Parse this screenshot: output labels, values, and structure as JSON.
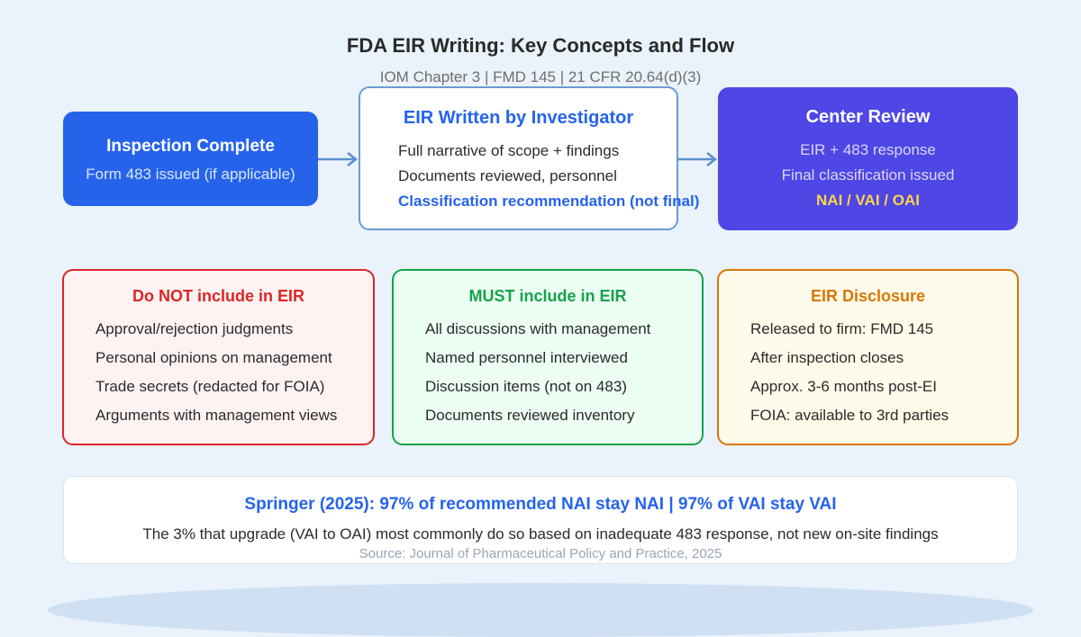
{
  "title": "FDA EIR Writing: Key Concepts and Flow",
  "subtitle": "IOM Chapter 3 | FMD 145 | 21 CFR 20.64(d)(3)",
  "flow": {
    "inspection": {
      "heading": "Inspection Complete",
      "text": "Form 483 issued (if applicable)"
    },
    "eir": {
      "heading": "EIR Written by Investigator",
      "lines": [
        "Full narrative of scope + findings",
        "Documents reviewed, personnel",
        "Classification recommendation (not final)"
      ]
    },
    "center": {
      "heading": "Center Review",
      "lines": [
        "EIR + 483 response",
        "Final classification issued",
        "NAI / VAI / OAI"
      ]
    }
  },
  "cards": {
    "do_not": {
      "heading": "Do NOT include in EIR",
      "items": [
        "Approval/rejection judgments",
        "Personal opinions on management",
        "Trade secrets (redacted for FOIA)",
        "Arguments with management views"
      ]
    },
    "must": {
      "heading": "MUST include in EIR",
      "items": [
        "All discussions with management",
        "Named personnel interviewed",
        "Discussion items (not on 483)",
        "Documents reviewed inventory"
      ]
    },
    "disclosure": {
      "heading": "EIR Disclosure",
      "items": [
        "Released to firm: FMD 145",
        "After inspection closes",
        "Approx. 3-6 months post-EI",
        "FOIA: available to 3rd parties"
      ]
    }
  },
  "stat": {
    "heading": "Springer (2025): 97% of recommended NAI stay NAI | 97% of VAI stay VAI",
    "body": "The 3% that upgrade (VAI to OAI) most commonly do so based on inadequate 483 response, not new on-site findings",
    "source": "Source: Journal of Pharmaceutical Policy and Practice, 2025"
  },
  "colors": {
    "primary_blue": "#2563eb",
    "indigo": "#4f46e5",
    "red": "#dc2626",
    "green": "#16a34a",
    "orange": "#d97706",
    "gold": "#fcd34d",
    "arrow": "#5b8fd0"
  }
}
